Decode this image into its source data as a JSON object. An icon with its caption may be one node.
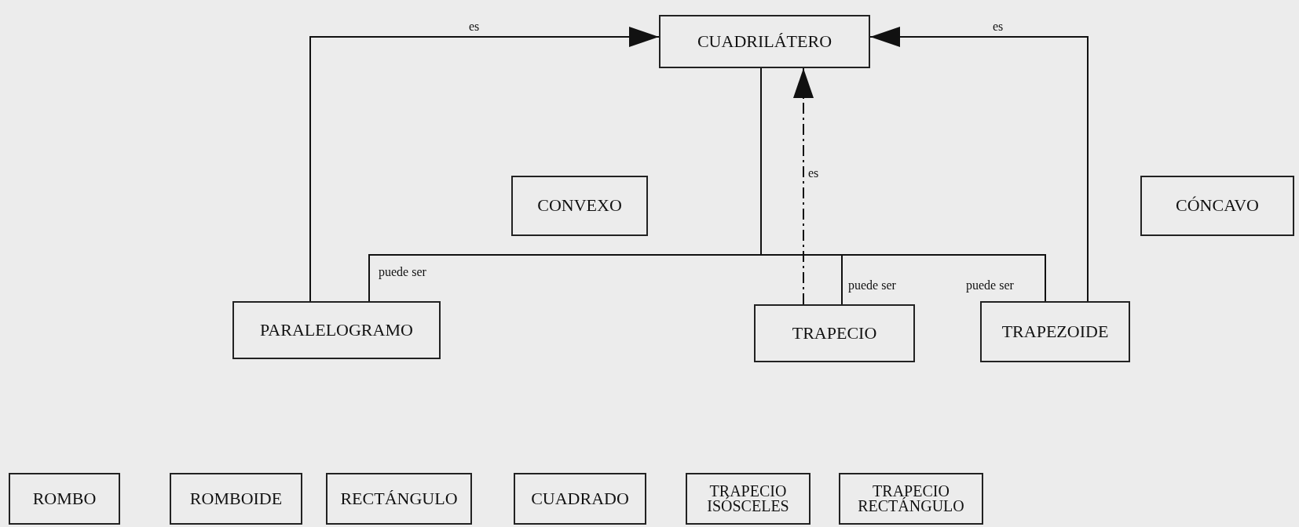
{
  "diagram": {
    "nodes": [
      {
        "text": [
          "CUADRILÁTERO"
        ]
      },
      {
        "text": [
          "CONVEXO"
        ]
      },
      {
        "text": [
          "CÓNCAVO"
        ]
      },
      {
        "text": [
          "PARALELOGRAMO"
        ]
      },
      {
        "text": [
          "TRAPECIO"
        ]
      },
      {
        "text": [
          "TRAPEZOIDE"
        ]
      },
      {
        "text": [
          "ROMBO"
        ]
      },
      {
        "text": [
          "ROMBOIDE"
        ]
      },
      {
        "text": [
          "RECTÁNGULO"
        ]
      },
      {
        "text": [
          "CUADRADO"
        ]
      },
      {
        "text": [
          "TRAPECIO ISÓSCELES"
        ]
      },
      {
        "text": [
          "TRAPECIO RECTÁNGULO"
        ]
      }
    ],
    "edges": [
      {
        "from": 3,
        "to": 0,
        "arrow": "to",
        "label": "es"
      },
      {
        "from": 5,
        "to": 0,
        "arrow": "to",
        "label": "es"
      },
      {
        "from": 4,
        "to": 0,
        "arrow": "to",
        "label": "es",
        "style": "dashed"
      },
      {
        "from": 0,
        "to": 3,
        "arrow": "none",
        "label": "puede ser"
      },
      {
        "from": 0,
        "to": 4,
        "arrow": "none",
        "label": "puede ser"
      },
      {
        "from": 0,
        "to": 5,
        "arrow": "none",
        "label": "puede ser"
      }
    ]
  }
}
